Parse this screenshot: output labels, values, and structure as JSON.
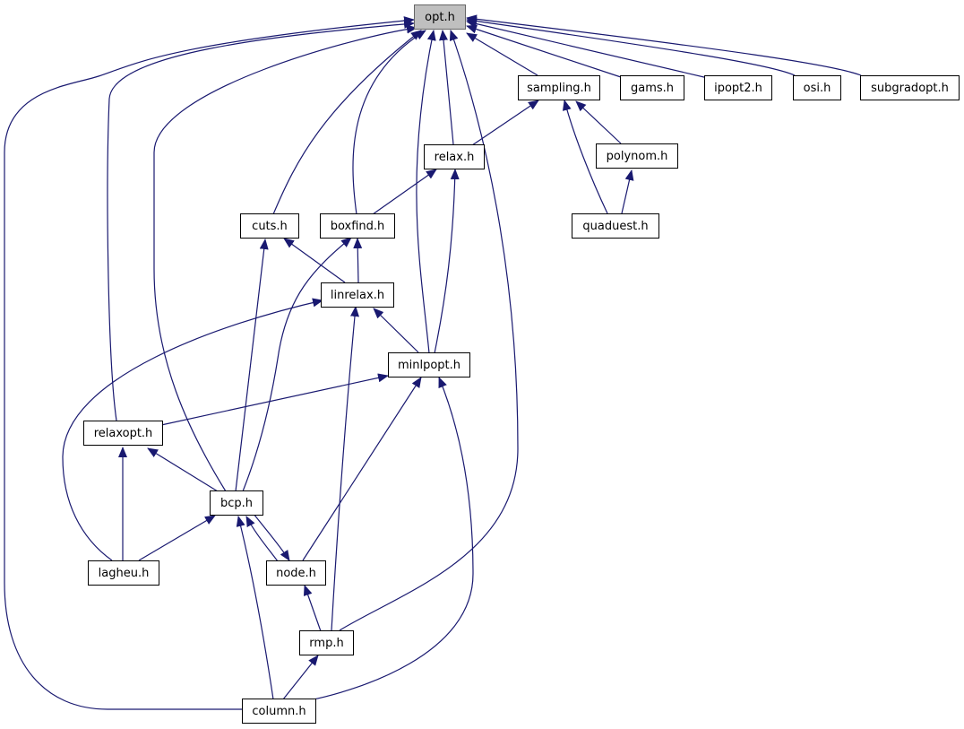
{
  "colors": {
    "edge": "#191970",
    "root_fill": "#bfbfbf",
    "node_border": "#000000"
  },
  "nodes": {
    "opt": "opt.h",
    "sampling": "sampling.h",
    "gams": "gams.h",
    "ipopt2": "ipopt2.h",
    "osi": "osi.h",
    "subgradopt": "subgradopt.h",
    "relax": "relax.h",
    "polynom": "polynom.h",
    "cuts": "cuts.h",
    "boxfind": "boxfind.h",
    "quaduest": "quaduest.h",
    "linrelax": "linrelax.h",
    "minlpopt": "minlpopt.h",
    "relaxopt": "relaxopt.h",
    "bcp": "bcp.h",
    "lagheu": "lagheu.h",
    "node": "node.h",
    "rmp": "rmp.h",
    "column": "column.h"
  },
  "edges": [
    [
      "sampling",
      "opt"
    ],
    [
      "gams",
      "opt"
    ],
    [
      "ipopt2",
      "opt"
    ],
    [
      "osi",
      "opt"
    ],
    [
      "subgradopt",
      "opt"
    ],
    [
      "relax",
      "opt"
    ],
    [
      "cuts",
      "opt"
    ],
    [
      "boxfind",
      "opt"
    ],
    [
      "minlpopt",
      "opt"
    ],
    [
      "relaxopt",
      "opt"
    ],
    [
      "bcp",
      "opt"
    ],
    [
      "rmp",
      "opt"
    ],
    [
      "column",
      "opt"
    ],
    [
      "relax",
      "sampling"
    ],
    [
      "polynom",
      "sampling"
    ],
    [
      "quaduest",
      "sampling"
    ],
    [
      "quaduest",
      "polynom"
    ],
    [
      "boxfind",
      "relax"
    ],
    [
      "minlpopt",
      "relax"
    ],
    [
      "linrelax",
      "cuts"
    ],
    [
      "bcp",
      "cuts"
    ],
    [
      "linrelax",
      "boxfind"
    ],
    [
      "bcp",
      "boxfind"
    ],
    [
      "minlpopt",
      "linrelax"
    ],
    [
      "lagheu",
      "linrelax"
    ],
    [
      "rmp",
      "linrelax"
    ],
    [
      "relaxopt",
      "minlpopt"
    ],
    [
      "node",
      "minlpopt"
    ],
    [
      "column",
      "minlpopt"
    ],
    [
      "bcp",
      "relaxopt"
    ],
    [
      "lagheu",
      "relaxopt"
    ],
    [
      "lagheu",
      "bcp"
    ],
    [
      "node",
      "bcp"
    ],
    [
      "bcp",
      "node"
    ],
    [
      "column",
      "bcp"
    ],
    [
      "rmp",
      "node"
    ],
    [
      "column",
      "rmp"
    ]
  ]
}
